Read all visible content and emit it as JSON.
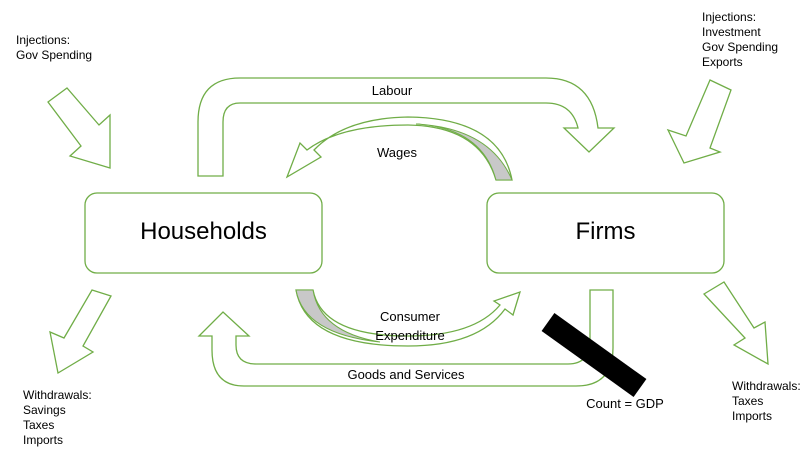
{
  "injections_left": {
    "title": "Injections:",
    "items": [
      "Gov Spending"
    ]
  },
  "injections_right": {
    "title": "Injections:",
    "items": [
      "Investment",
      "Gov Spending",
      "Exports"
    ]
  },
  "withdrawals_left": {
    "title": "Withdrawals:",
    "items": [
      "Savings",
      "Taxes",
      "Imports"
    ]
  },
  "withdrawals_right": {
    "title": "Withdrawals:",
    "items": [
      "Taxes",
      "Imports"
    ]
  },
  "flows": {
    "labour": "Labour",
    "wages": "Wages",
    "consumer_expenditure_line1": "Consumer",
    "consumer_expenditure_line2": "Expenditure",
    "goods_and_services": "Goods and Services",
    "count_gdp": "Count = GDP"
  },
  "nodes": {
    "households": "Households",
    "firms": "Firms"
  },
  "colors": {
    "outline": "#70ad47",
    "fill_gray": "#c8c8c8",
    "marker": "#000000"
  }
}
